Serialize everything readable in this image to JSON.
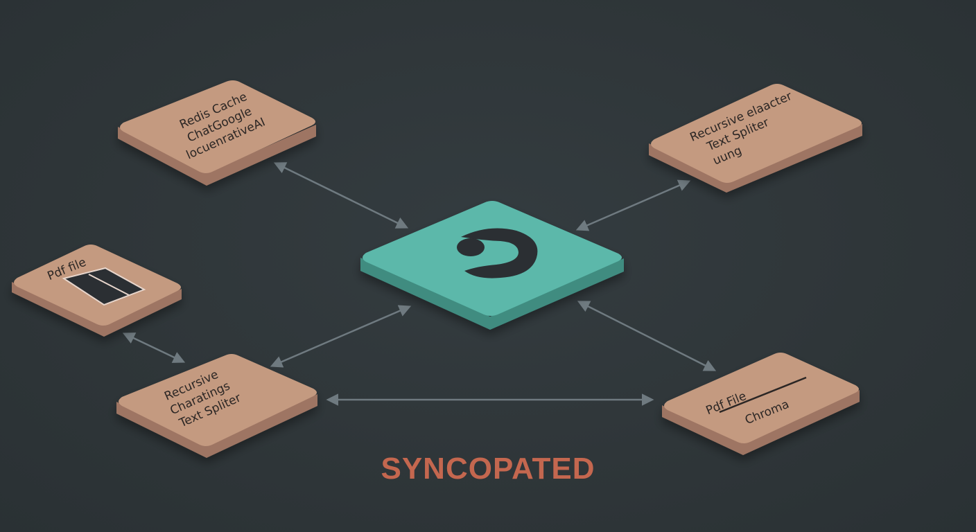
{
  "colors": {
    "background": "#2f3639",
    "tile_top": "#c49a80",
    "tile_side": "#9e7563",
    "hub_top": "#5bb8aa",
    "hub_side": "#3f8c80",
    "connector": "#6f7a80",
    "brand": "#c4674f",
    "text": "#2b2624"
  },
  "hub": {
    "icon": "crescent-logo-icon"
  },
  "nodes": {
    "redis_cache": {
      "lines": [
        "Redis Cache",
        "ChatGoogle",
        "locuenrativeAI"
      ]
    },
    "recursive_top": {
      "lines": [
        "Recursive elaacter",
        "Text Spliter",
        "uung"
      ]
    },
    "pdf_left": {
      "lines": [
        "Pdf file"
      ],
      "icon": "document-window-icon"
    },
    "recursive_bottom": {
      "lines": [
        "Recursive",
        "Charatings",
        "Text Spliter"
      ]
    },
    "pdf_chroma": {
      "lines": [
        "Pdf File",
        "Chroma"
      ]
    }
  },
  "footer": {
    "brand": "SYNCOPATED"
  }
}
